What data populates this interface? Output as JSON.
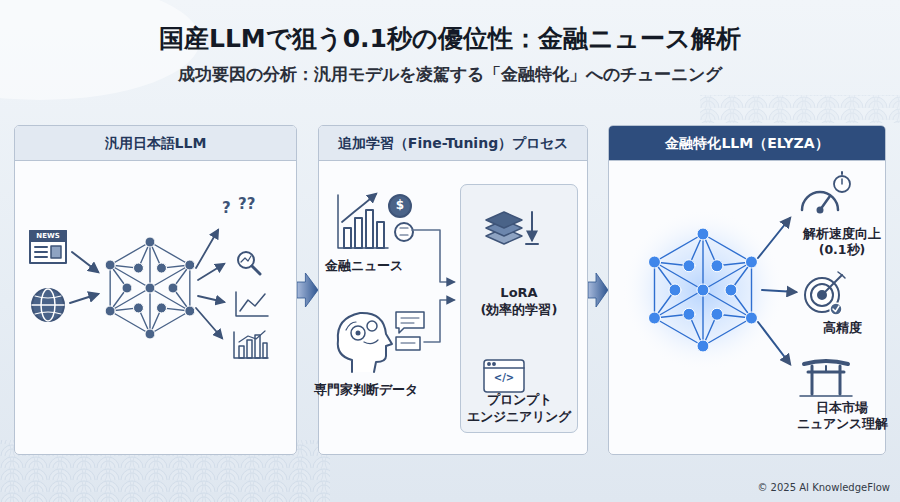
{
  "diagram": {
    "title": "国産LLMで狙う0.1秒の優位性：金融ニュース解析",
    "nodes": [
      {
        "text": [
          "汎用日本語LLM"
        ]
      },
      {
        "text": [
          "追加学習（Fine-Tuning）プロセス"
        ]
      },
      {
        "text": [
          "LoRA (効率的学習)",
          "プロンプト エンジニアリング"
        ],
        "in": 1
      },
      {
        "text": [
          "金融特化LLM（ELYZA）"
        ]
      }
    ],
    "edges": [
      {
        "from": 0,
        "to": 1,
        "arrow": "to"
      },
      {
        "from": 1,
        "to": 3,
        "arrow": "to"
      }
    ],
    "labels": [
      "成功要因の分析：汎用モデルを凌駕する「金融特化」へのチューニング",
      "NEWS",
      "?",
      "??",
      "$",
      "金融ニュース",
      "専門家判断データ",
      "</>",
      "解析速度向上 (0.1秒)",
      "高精度",
      "日本市場 ニュアンス理解",
      "© 2025 AI KnowledgeFlow"
    ]
  }
}
